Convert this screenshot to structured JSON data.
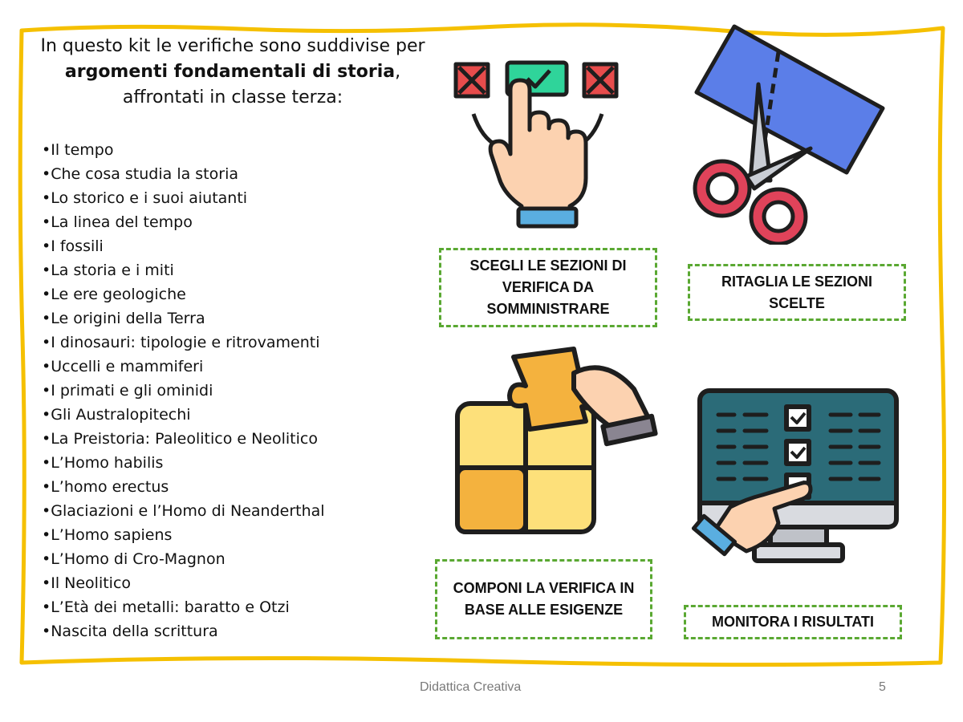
{
  "intro": {
    "before": "In questo kit le verifiche sono suddivise per ",
    "bold": "argomenti fondamentali di storia",
    "after": ", affrontati in classe terza:"
  },
  "topics": [
    "Il tempo",
    "Che cosa studia la storia",
    "Lo storico e i suoi aiutanti",
    "La linea del tempo",
    "I fossili",
    "La storia e i miti",
    "Le ere geologiche",
    "Le origini della Terra",
    "I dinosauri: tipologie e ritrovamenti",
    "Uccelli e mammiferi",
    "I primati e gli ominidi",
    "Gli Australopitechi",
    "La Preistoria: Paleolitico e Neolitico",
    "L’Homo habilis",
    "L’homo erectus",
    "Glaciazioni e l’Homo di Neanderthal",
    "L’Homo sapiens",
    "L’Homo di Cro-Magnon",
    "Il Neolitico",
    "L’Età dei metalli: baratto e Otzi",
    "Nascita della scrittura"
  ],
  "steps": [
    {
      "label": "SCEGLI LE SEZIONI DI VERIFICA DA SOMMINISTRARE",
      "icon": "hand-choose-icon"
    },
    {
      "label": "RITAGLIA LE SEZIONI SCELTE",
      "icon": "scissors-icon"
    },
    {
      "label": "COMPONI LA VERIFICA IN BASE ALLE ESIGENZE",
      "icon": "puzzle-icon"
    },
    {
      "label": "MONITORA I RISULTATI",
      "icon": "monitor-checklist-icon"
    }
  ],
  "footer": {
    "text": "Didattica Creativa",
    "page": "5"
  },
  "colors": {
    "frame": "#f5c000",
    "dashed_border": "#5aa832",
    "footer_text": "#7a7a7a"
  }
}
